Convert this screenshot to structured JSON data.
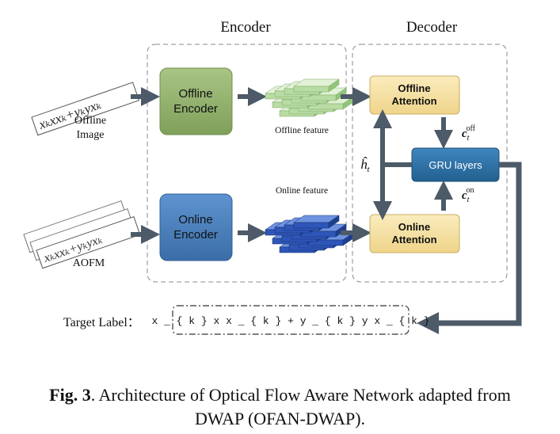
{
  "diagram": {
    "encoder_title": "Encoder",
    "decoder_title": "Decoder",
    "offline_encoder": [
      "Offline",
      "Encoder"
    ],
    "online_encoder": [
      "Online",
      "Encoder"
    ],
    "offline_attention": [
      "Offline",
      "Attention"
    ],
    "online_attention": [
      "Online",
      "Attention"
    ],
    "gru_layers": "GRU layers",
    "offline_feature": "Offline feature",
    "online_feature": "Online feature",
    "offline_image": [
      "Offline",
      "Image"
    ],
    "aofm": "AOFM",
    "h_t": "ĥ",
    "h_sub": "t",
    "c_off_base": "c",
    "c_off_sub": "t",
    "c_off_sup": "off",
    "c_on_base": "c",
    "c_on_sub": "t",
    "c_on_sup": "on",
    "target_label_prefix": "Target Label：",
    "target_label_value": "x _ { k } x x _ { k } + y _ { k } y x _ { k }",
    "handwriting_sample": "xₖxxₖ+yₖyxₖ"
  },
  "caption": {
    "fig_label": "Fig. 3",
    "line1": ". Architecture of Optical Flow Aware Network adapted from",
    "line2": "DWAP (OFAN-DWAP)."
  },
  "colors": {
    "green_block": "#93b26c",
    "blue_block": "#4a7fbe",
    "yellow_block": "#f6e3a5",
    "gru_block": "#2f73a8",
    "arrow": "#4d5a68"
  }
}
